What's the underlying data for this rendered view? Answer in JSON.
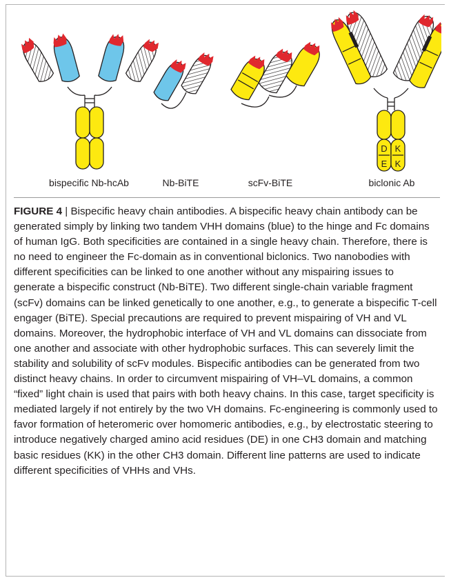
{
  "figure": {
    "labels": {
      "hcab": "bispecific Nb-hcAb",
      "nb_bite": "Nb-BiTE",
      "scfv_bite": "scFv-BiTE",
      "biclonic": "biclonic Ab"
    },
    "ch3_letters": {
      "left_top": "D",
      "left_bottom": "E",
      "right_top": "K",
      "right_bottom": "K"
    },
    "colors": {
      "vhh_blue": "#6ec6ea",
      "fc_yellow": "#fde910",
      "cdr_red": "#e0282e",
      "outline": "#231f20"
    }
  },
  "caption": {
    "number": "FIGURE 4",
    "separator": " | ",
    "text": "Bispecific heavy chain antibodies. A bispecific heavy chain antibody can be generated simply by linking two tandem VHH domains (blue) to the hinge and Fc domains of human IgG. Both specificities are contained in a single heavy chain. Therefore, there is no need to engineer the Fc-domain as in conventional biclonics. Two nanobodies with different specificities can be linked to one another without any mispairing issues to generate a bispecific construct (Nb-BiTE). Two different single-chain variable fragment (scFv) domains can be linked genetically to one another, e.g., to generate a bispecific T-cell engager (BiTE). Special precautions are required to prevent mispairing of VH and VL domains. Moreover, the hydrophobic interface of VH and VL domains can dissociate from one another and associate with other hydrophobic surfaces. This can severely limit the stability and solubility of scFv modules. Bispecific antibodies can be generated from two distinct heavy chains. In order to circumvent mispairing of VH–VL domains, a common “fixed” light chain is used that pairs with both heavy chains. In this case, target specificity is mediated largely if not entirely by the two VH domains. Fc-engineering is commonly used to favor formation of heteromeric over homomeric antibodies, e.g., by electrostatic steering to introduce negatively charged amino acid residues (DE) in one CH3 domain and matching basic residues (KK) in the other CH3 domain. Different line patterns are used to indicate different specificities of VHHs and VHs."
  }
}
